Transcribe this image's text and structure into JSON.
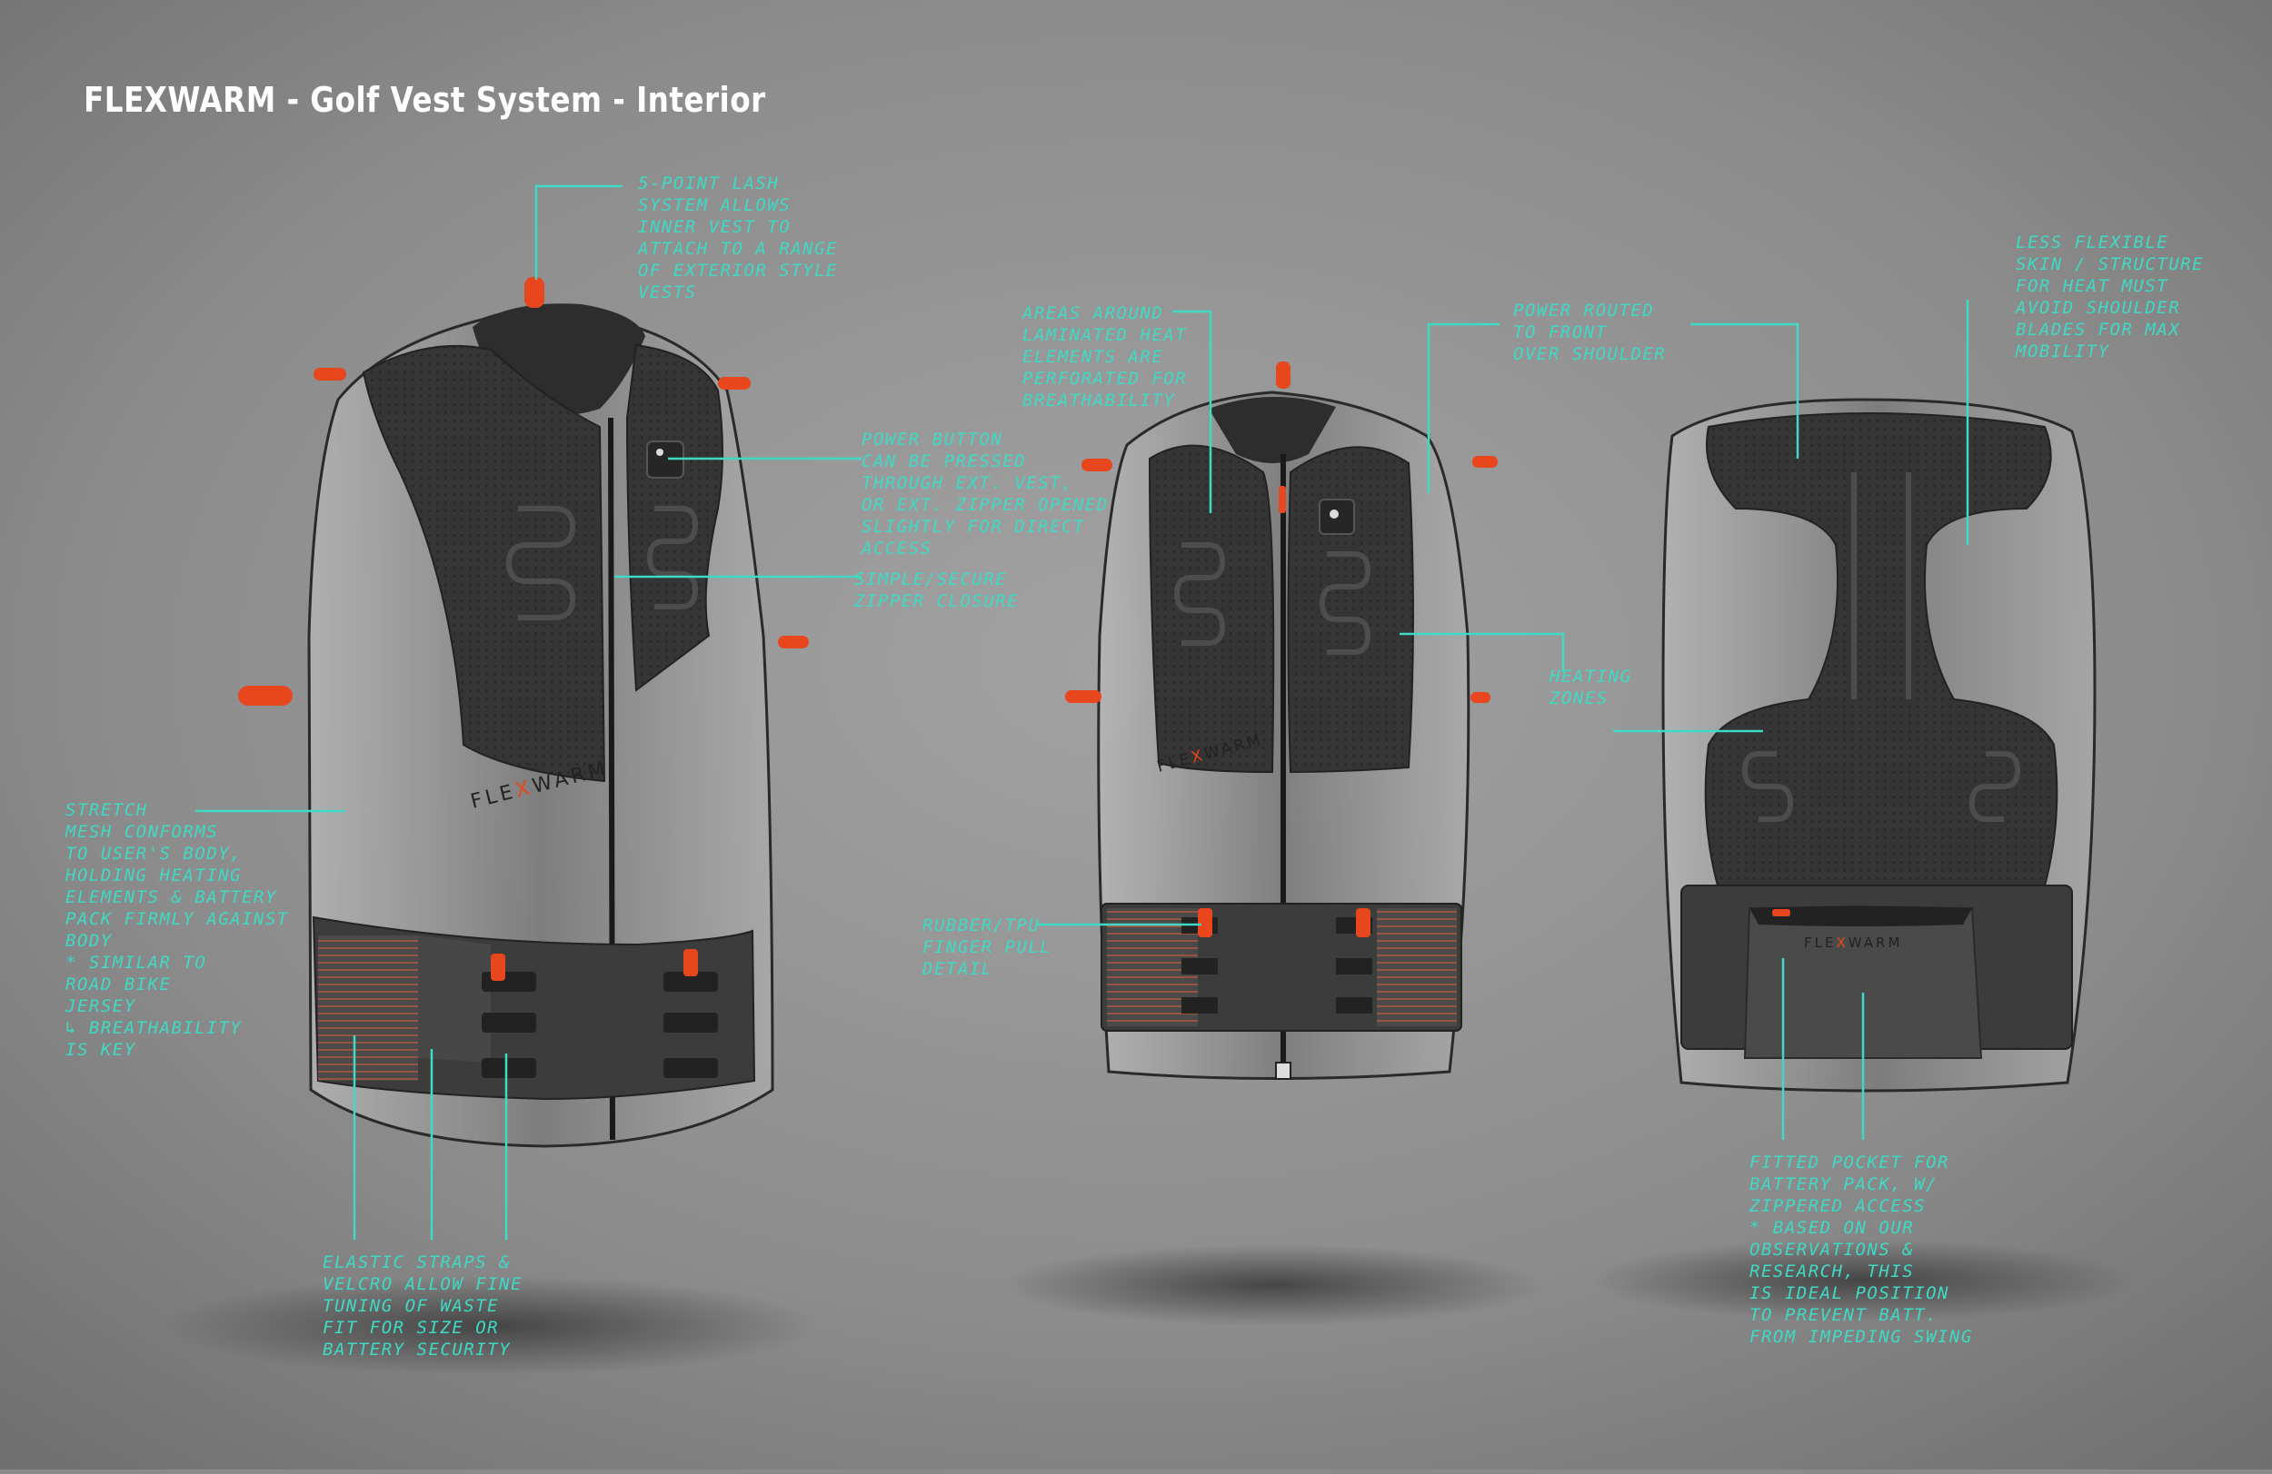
{
  "title": "FLEXWARM - Golf Vest System - Interior",
  "colors": {
    "annotation": "#3fd9c4",
    "accent": "#e8461c",
    "vest": "#3e3e3e",
    "background": "#8a8a8a"
  },
  "brand_mark": {
    "left": "FLE",
    "mid": "X",
    "right": "WARM"
  },
  "notes": {
    "lash_system": [
      "5-POINT LASH",
      "SYSTEM ALLOWS",
      "INNER VEST TO",
      "ATTACH TO A RANGE",
      "OF EXTERIOR STYLE",
      "VESTS"
    ],
    "power_button": [
      "POWER BUTTON",
      "CAN BE PRESSED",
      "THROUGH EXT. VEST,",
      "OR EXT. ZIPPER OPENED",
      "SLIGHTLY FOR DIRECT",
      "ACCESS"
    ],
    "zipper": [
      "SIMPLE/SECURE",
      "ZIPPER CLOSURE"
    ],
    "stretch_mesh": [
      "STRETCH",
      "MESH CONFORMS",
      "TO USER'S BODY,",
      "HOLDING HEATING",
      "ELEMENTS & BATTERY",
      "PACK FIRMLY AGAINST",
      "BODY",
      "* SIMILAR TO",
      "ROAD BIKE",
      "JERSEY",
      "↳ BREATHABILITY",
      "IS KEY"
    ],
    "elastic_straps": [
      "ELASTIC STRAPS &",
      "VELCRO ALLOW FINE",
      "TUNING OF WASTE",
      "FIT FOR SIZE OR",
      "BATTERY SECURITY"
    ],
    "laminated_areas": [
      "AREAS AROUND",
      "LAMINATED HEAT",
      "ELEMENTS ARE",
      "PERFORATED FOR",
      "BREATHABILITY"
    ],
    "power_routed": [
      "POWER ROUTED",
      "TO FRONT",
      "OVER SHOULDER"
    ],
    "heating_zones": [
      "HEATING",
      "ZONES"
    ],
    "finger_pull": [
      "RUBBER/TPU",
      "FINGER PULL",
      "DETAIL"
    ],
    "less_flexible": [
      "LESS FLEXIBLE",
      "SKIN / STRUCTURE",
      "FOR HEAT MUST",
      "AVOID SHOULDER",
      "BLADES FOR MAX",
      "MOBILITY"
    ],
    "battery_pocket": [
      "FITTED POCKET FOR",
      "BATTERY PACK, W/",
      "ZIPPERED ACCESS",
      "* BASED ON OUR",
      "OBSERVATIONS &",
      "RESEARCH, THIS",
      "IS IDEAL POSITION",
      "TO PREVENT BATT.",
      "FROM IMPEDING SWING"
    ]
  }
}
